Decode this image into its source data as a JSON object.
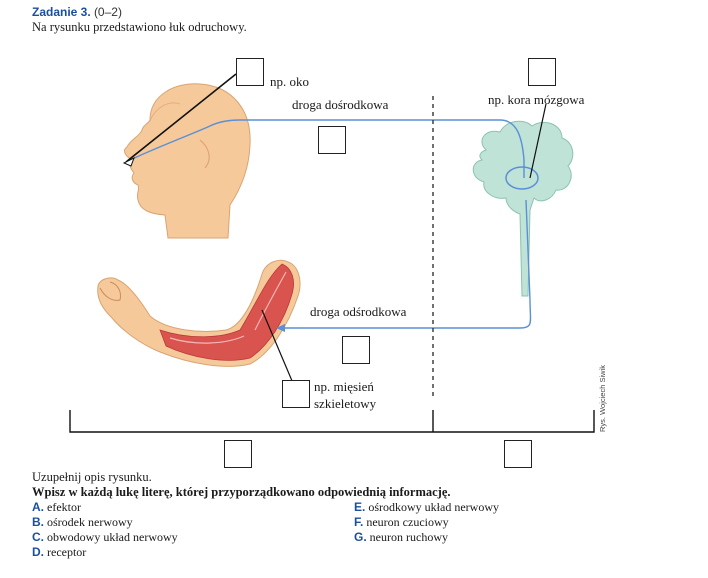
{
  "header": {
    "task_label": "Zadanie 3.",
    "points": "(0–2)",
    "intro": "Na rysunku przedstawiono łuk odruchowy."
  },
  "figure": {
    "labels": {
      "eye": "np. oko",
      "afferent": "droga dośrodkowa",
      "cortex": "np. kora mózgowa",
      "efferent": "droga odśrodkowa",
      "muscle_line1": "np. mięsień",
      "muscle_line2": "szkieletowy"
    },
    "credit": "Rys. Wojciech Siwik"
  },
  "instructions": {
    "line1": "Uzupełnij opis rysunku.",
    "line2": "Wpisz w każdą lukę literę, której przyporządkowano odpowiednią informację."
  },
  "options": [
    {
      "key": "A.",
      "text": "efektor"
    },
    {
      "key": "B.",
      "text": "ośrodek nerwowy"
    },
    {
      "key": "C.",
      "text": "obwodowy układ nerwowy"
    },
    {
      "key": "D.",
      "text": "receptor"
    },
    {
      "key": "E.",
      "text": "ośrodkowy układ nerwowy"
    },
    {
      "key": "F.",
      "text": "neuron czuciowy"
    },
    {
      "key": "G.",
      "text": "neuron ruchowy"
    }
  ],
  "colors": {
    "task_blue": "#1b4f9c",
    "nerve_line": "#5b8fd6",
    "skin": "#f6c99a",
    "brain": "#bfe3d6",
    "muscle": "#d9534f"
  }
}
